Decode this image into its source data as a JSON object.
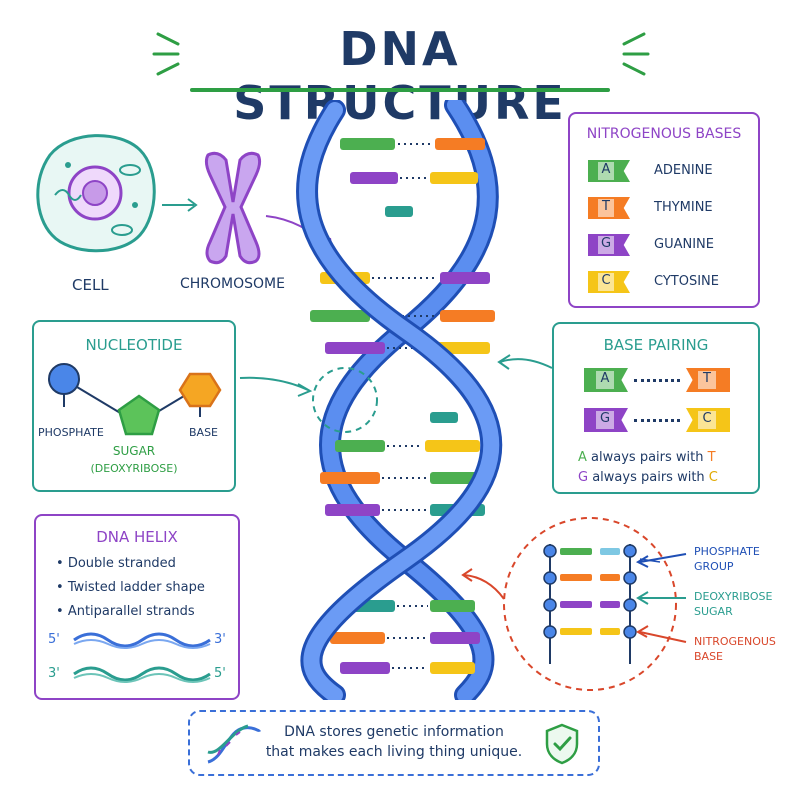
{
  "title": "DNA STRUCTURE",
  "cell_label": "CELL",
  "chromosome_label": "CHROMOSOME",
  "nucleotide": {
    "title": "NUCLEOTIDE",
    "phosphate": "PHOSPHATE",
    "sugar": "SUGAR",
    "deoxyribose": "(DEOXYRIBOSE)",
    "base": "BASE"
  },
  "nitrogenous_bases": {
    "title": "NITROGENOUS BASES",
    "items": [
      {
        "letter": "A",
        "name": "ADENINE",
        "color": "#4caf50"
      },
      {
        "letter": "T",
        "name": "THYMINE",
        "color": "#f57c24"
      },
      {
        "letter": "G",
        "name": "GUANINE",
        "color": "#8e44c6"
      },
      {
        "letter": "C",
        "name": "CYTOSINE",
        "color": "#f5c518"
      }
    ]
  },
  "base_pairing": {
    "title": "BASE PAIRING",
    "pairs": [
      {
        "left": "A",
        "right": "T"
      },
      {
        "left": "G",
        "right": "C"
      }
    ],
    "rule1": {
      "a": "A",
      "text": "always pairs with",
      "b": "T"
    },
    "rule2": {
      "a": "G",
      "text": "always pairs with",
      "b": "C"
    }
  },
  "dna_helix": {
    "title": "DNA HELIX",
    "bullets": [
      "Double stranded",
      "Twisted ladder shape",
      "Antiparallel strands"
    ],
    "end_top_left": "5'",
    "end_top_right": "3'",
    "end_bottom_left": "3'",
    "end_bottom_right": "5'"
  },
  "zoom": {
    "phosphate": [
      "PHOSPHATE",
      "GROUP"
    ],
    "sugar": [
      "DEOXYRIBOSE",
      "SUGAR"
    ],
    "base": [
      "NITROGENOUS",
      "BASE"
    ]
  },
  "footer": {
    "line1": "DNA stores genetic information",
    "line2": "that makes each living thing unique."
  },
  "colors": {
    "blue": "#3a6fd8",
    "navy": "#1f3a66",
    "green": "#2e9e44",
    "teal": "#2a9d8f",
    "purple": "#8e44c6",
    "orange": "#f57c24",
    "yellow": "#f5c518",
    "red": "#d9472b"
  }
}
